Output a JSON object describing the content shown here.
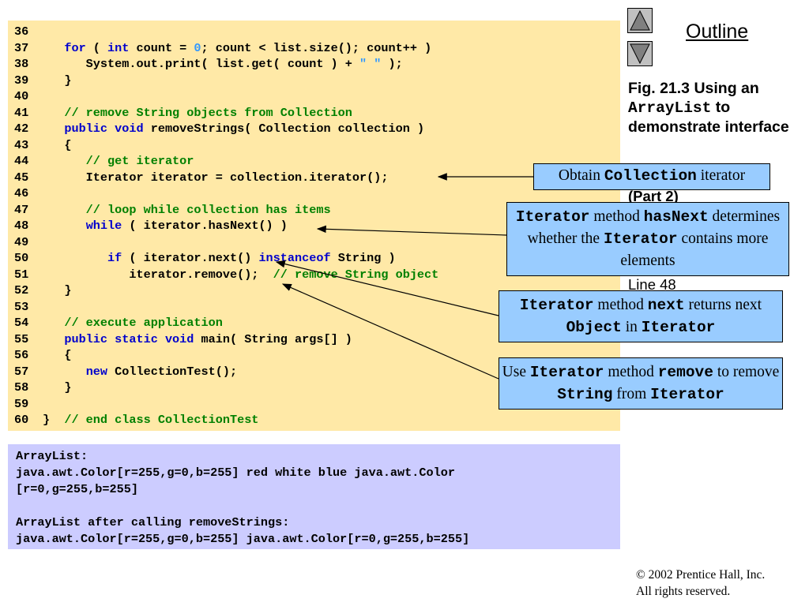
{
  "code_lines": [
    {
      "ln": "36",
      "segs": []
    },
    {
      "ln": "37",
      "segs": [
        [
          "t",
          "   "
        ],
        [
          "kw",
          "for"
        ],
        [
          "t",
          " ( "
        ],
        [
          "kw",
          "int"
        ],
        [
          "t",
          " count = "
        ],
        [
          "num",
          "0"
        ],
        [
          "t",
          "; count < list.size(); count++ )"
        ]
      ]
    },
    {
      "ln": "38",
      "segs": [
        [
          "t",
          "      System.out.print( list.get( count ) + "
        ],
        [
          "str",
          "\" \""
        ],
        [
          "t",
          " );"
        ]
      ]
    },
    {
      "ln": "39",
      "segs": [
        [
          "t",
          "   }"
        ]
      ]
    },
    {
      "ln": "40",
      "segs": []
    },
    {
      "ln": "41",
      "segs": [
        [
          "cm",
          "   // remove String objects from Collection"
        ]
      ]
    },
    {
      "ln": "42",
      "segs": [
        [
          "t",
          "   "
        ],
        [
          "kw",
          "public void"
        ],
        [
          "t",
          " removeStrings( Collection collection )"
        ]
      ]
    },
    {
      "ln": "43",
      "segs": [
        [
          "t",
          "   {"
        ]
      ]
    },
    {
      "ln": "44",
      "segs": [
        [
          "cm",
          "      // get iterator"
        ]
      ]
    },
    {
      "ln": "45",
      "segs": [
        [
          "t",
          "      Iterator iterator = collection.iterator();"
        ]
      ]
    },
    {
      "ln": "46",
      "segs": []
    },
    {
      "ln": "47",
      "segs": [
        [
          "cm",
          "      // loop while collection has items"
        ]
      ]
    },
    {
      "ln": "48",
      "segs": [
        [
          "t",
          "      "
        ],
        [
          "kw",
          "while"
        ],
        [
          "t",
          " ( iterator.hasNext() )"
        ]
      ]
    },
    {
      "ln": "49",
      "segs": []
    },
    {
      "ln": "50",
      "segs": [
        [
          "t",
          "         "
        ],
        [
          "kw",
          "if"
        ],
        [
          "t",
          " ( iterator.next() "
        ],
        [
          "kw",
          "instanceof"
        ],
        [
          "t",
          " String )"
        ]
      ]
    },
    {
      "ln": "51",
      "segs": [
        [
          "t",
          "            iterator.remove();  "
        ],
        [
          "cm",
          "// remove String object"
        ]
      ]
    },
    {
      "ln": "52",
      "segs": [
        [
          "t",
          "   }"
        ]
      ]
    },
    {
      "ln": "53",
      "segs": []
    },
    {
      "ln": "54",
      "segs": [
        [
          "cm",
          "   // execute application"
        ]
      ]
    },
    {
      "ln": "55",
      "segs": [
        [
          "t",
          "   "
        ],
        [
          "kw",
          "public static void"
        ],
        [
          "t",
          " main( String args[] )"
        ]
      ]
    },
    {
      "ln": "56",
      "segs": [
        [
          "t",
          "   {"
        ]
      ]
    },
    {
      "ln": "57",
      "segs": [
        [
          "t",
          "      "
        ],
        [
          "kw",
          "new"
        ],
        [
          "t",
          " CollectionTest();"
        ]
      ]
    },
    {
      "ln": "58",
      "segs": [
        [
          "t",
          "   }"
        ]
      ]
    },
    {
      "ln": "59",
      "segs": []
    },
    {
      "ln": "60",
      "segs": [
        [
          "t",
          "}  "
        ],
        [
          "cm",
          "// end class CollectionTest"
        ]
      ]
    }
  ],
  "output_lines": [
    "ArrayList:",
    "java.awt.Color[r=255,g=0,b=255] red white blue java.awt.Color",
    "[r=0,g=255,b=255]",
    "",
    "ArrayList after calling removeStrings:",
    "java.awt.Color[r=255,g=0,b=255] java.awt.Color[r=0,g=255,b=255]"
  ],
  "outline": {
    "title": "Outline"
  },
  "caption": {
    "fig": "Fig. 21.3   Using an",
    "class_name": "ArrayList",
    "rest": " to demonstrate interface"
  },
  "sub_labels": {
    "part": "(Part 2)",
    "line": "Line 48"
  },
  "callouts": {
    "c1": [
      [
        "t",
        "Obtain "
      ],
      [
        "m",
        "Collection"
      ],
      [
        "t",
        " iterator"
      ]
    ],
    "c2": [
      [
        "m",
        "Iterator"
      ],
      [
        "t",
        " method "
      ],
      [
        "m",
        "hasNext"
      ],
      [
        "t",
        " determines whether the "
      ],
      [
        "m",
        "Iterator"
      ],
      [
        "t",
        " contains more elements"
      ]
    ],
    "c3": [
      [
        "m",
        "Iterator"
      ],
      [
        "t",
        " method "
      ],
      [
        "m",
        "next"
      ],
      [
        "t",
        " returns next "
      ],
      [
        "m",
        "Object"
      ],
      [
        "t",
        " in "
      ],
      [
        "m",
        "Iterator"
      ]
    ],
    "c4": [
      [
        "t",
        "Use "
      ],
      [
        "m",
        "Iterator"
      ],
      [
        "t",
        " method "
      ],
      [
        "m",
        "remove"
      ],
      [
        "t",
        " to remove "
      ],
      [
        "m",
        "String"
      ],
      [
        "t",
        " from "
      ],
      [
        "m",
        "Iterator"
      ]
    ]
  },
  "copyright": {
    "line1": "© 2002 Prentice Hall, Inc.",
    "line2": "All rights reserved."
  },
  "icons": {
    "up": "triangle-up-icon",
    "down": "triangle-down-icon"
  },
  "colors": {
    "code_bg": "#ffe9a7",
    "output_bg": "#ccccff",
    "callout_bg": "#99ccff",
    "keyword": "#0000cc",
    "comment": "#008000",
    "literal": "#3399ff"
  }
}
